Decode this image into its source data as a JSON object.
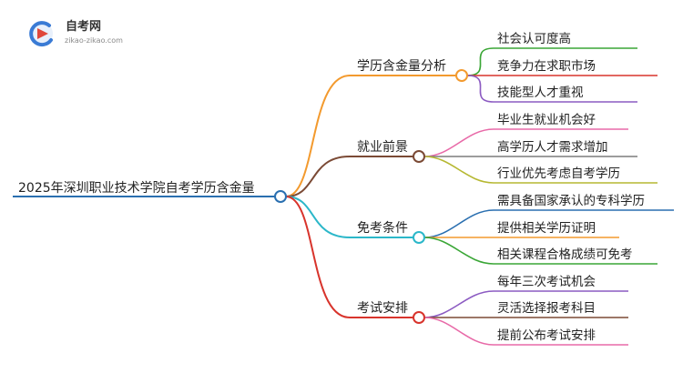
{
  "logo": {
    "title": "自考网",
    "subtitle": "zikao-zikao.com"
  },
  "root": {
    "label": "2025年深圳职业技术学院自考学历含金量",
    "color": "#2a6fb0"
  },
  "branches": [
    {
      "label": "学历含金量分析",
      "color": "#f39a2e",
      "children": [
        {
          "label": "社会认可度高",
          "color": "#3aa636"
        },
        {
          "label": "竞争力在求职市场",
          "color": "#d8342c"
        },
        {
          "label": "技能型人才重视",
          "color": "#8c5bc2"
        }
      ]
    },
    {
      "label": "就业前景",
      "color": "#7b4a35",
      "children": [
        {
          "label": "毕业生就业机会好",
          "color": "#e86aa8"
        },
        {
          "label": "高学历人才需求增加",
          "color": "#7c7c7c"
        },
        {
          "label": "行业优先考虑自考学历",
          "color": "#b6b832"
        }
      ]
    },
    {
      "label": "免考条件",
      "color": "#2bb7c9",
      "children": [
        {
          "label": "需具备国家承认的专科学历",
          "color": "#2a6fb0"
        },
        {
          "label": "提供相关学历证明",
          "color": "#f39a2e"
        },
        {
          "label": "相关课程合格成绩可免考",
          "color": "#3aa636"
        }
      ]
    },
    {
      "label": "考试安排",
      "color": "#d8342c",
      "children": [
        {
          "label": "每年三次考试机会",
          "color": "#8c5bc2"
        },
        {
          "label": "灵活选择报考科目",
          "color": "#7b4a35"
        },
        {
          "label": "提前公布考试安排",
          "color": "#e86aa8"
        }
      ]
    }
  ]
}
